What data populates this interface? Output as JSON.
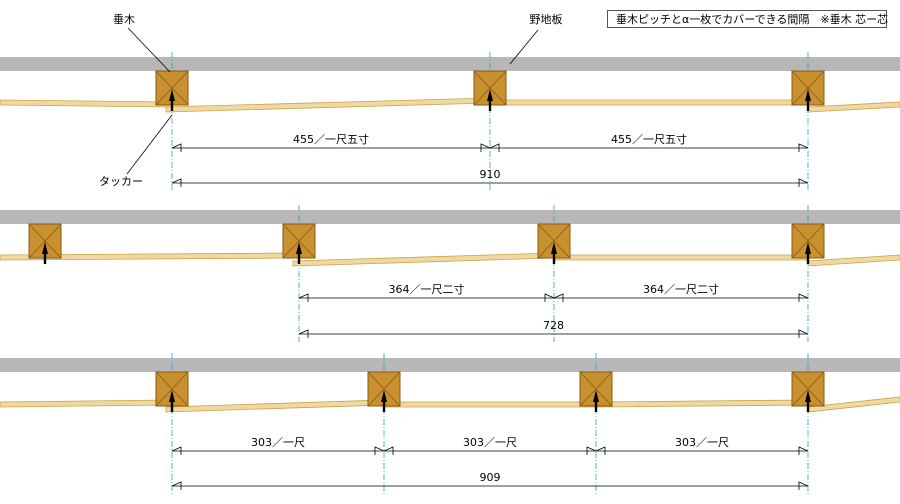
{
  "legend": "垂木ピッチとα一枚でカバーできる間隔　※垂木 芯ー芯",
  "labels": {
    "rafter": "垂木",
    "sheathing": "野地板",
    "tacker": "タッカー"
  },
  "colors": {
    "sheathing": "#b7b7b7",
    "rafter_fill": "#c8902e",
    "rafter_stroke": "#8a5a12",
    "board_fill": "#f0d9a0",
    "board_stroke": "#c9a24a",
    "centerline": "#2a9bd6",
    "staple": "#000000",
    "dimension": "#000000"
  },
  "rows": [
    {
      "spans": [
        {
          "text": "455／一尺五寸"
        },
        {
          "text": "455／一尺五寸"
        }
      ],
      "total": "910"
    },
    {
      "spans": [
        {
          "text": "364／一尺二寸"
        },
        {
          "text": "364／一尺二寸"
        }
      ],
      "total": "728"
    },
    {
      "spans": [
        {
          "text": "303／一尺"
        },
        {
          "text": "303／一尺"
        },
        {
          "text": "303／一尺"
        }
      ],
      "total": "909"
    }
  ]
}
